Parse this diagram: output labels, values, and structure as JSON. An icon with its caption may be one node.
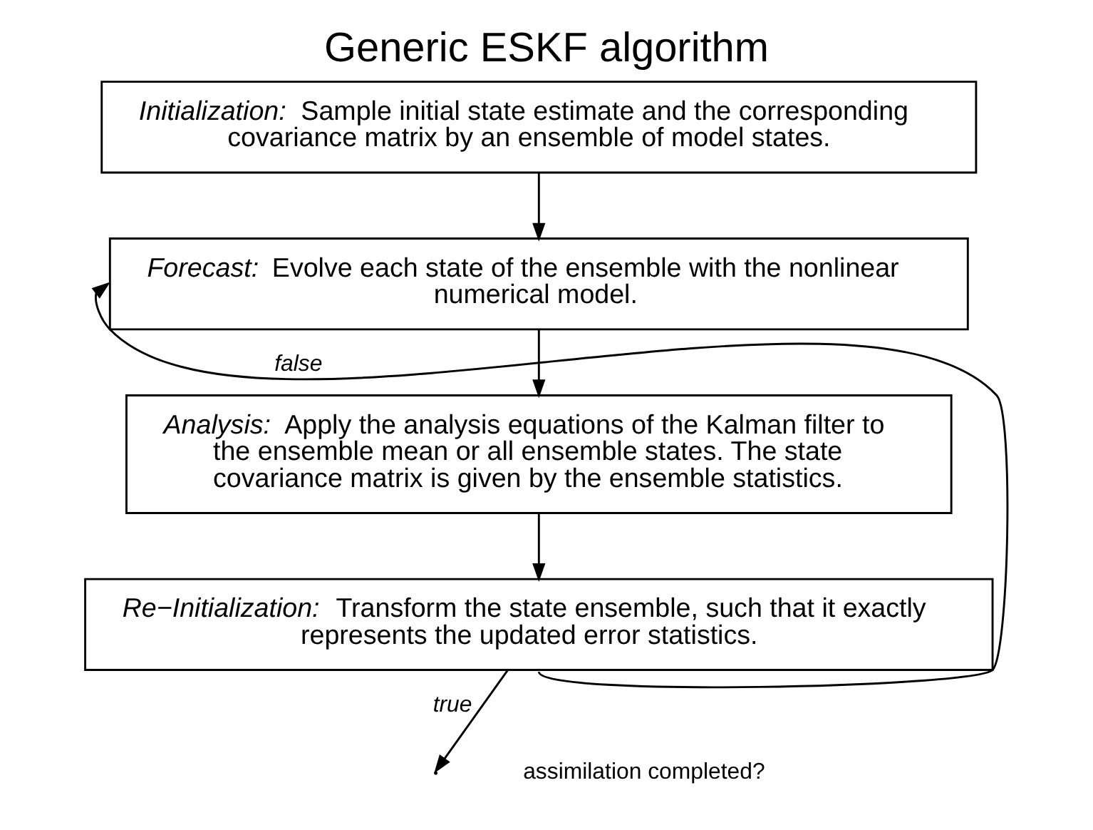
{
  "diagram": {
    "title": "Generic ESKF algorithm",
    "nodes": [
      {
        "text": [
          "Initialization:",
          "Sample initial state estimate and the corresponding covariance matrix by an ensemble of model states."
        ]
      },
      {
        "text": [
          "Forecast:",
          "Evolve each state of the ensemble with the nonlinear numerical model."
        ]
      },
      {
        "text": [
          "Analysis:",
          "Apply the analysis equations of the Kalman filter to the ensemble mean or all ensemble states. The state covariance matrix is given by the ensemble statistics."
        ]
      },
      {
        "text": [
          "Re−Initialization:",
          "Transform the state ensemble, such that it exactly represents the updated error statistics."
        ]
      }
    ],
    "edges": [
      {
        "from": 0,
        "to": 1,
        "arrow": "to"
      },
      {
        "from": 1,
        "to": 2,
        "arrow": "to"
      },
      {
        "from": 2,
        "to": 3,
        "arrow": "to"
      },
      {
        "from": 3,
        "to": 1,
        "arrow": "to",
        "label": "false"
      },
      {
        "from": 3,
        "to": null,
        "arrow": "to",
        "label": "true"
      }
    ],
    "labels": [
      "assimilation completed?"
    ]
  }
}
